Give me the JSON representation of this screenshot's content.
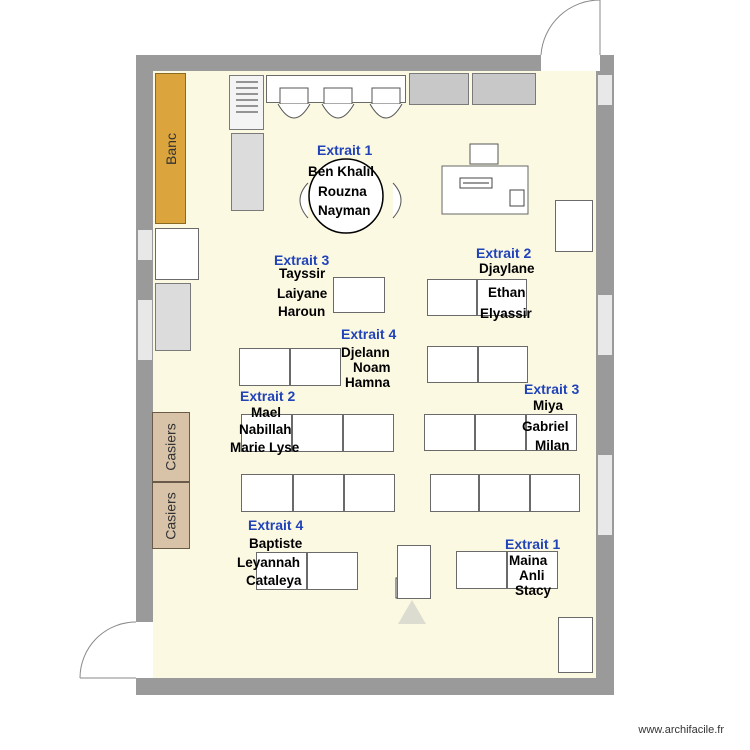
{
  "plan": {
    "bench_label": "Banc",
    "lockers": [
      "Casiers",
      "Casiers"
    ],
    "watermark": "www.archifacile.fr"
  },
  "groups": [
    {
      "label": "Extrait 1",
      "students": [
        "Ben Khalil",
        "Rouzna",
        "Nayman"
      ]
    },
    {
      "label": "Extrait 3",
      "students": [
        "Tayssir",
        "Laiyane",
        "Haroun"
      ]
    },
    {
      "label": "Extrait 2",
      "students": [
        "Djaylane",
        "Ethan",
        "Elyassir"
      ]
    },
    {
      "label": "Extrait 4",
      "students": [
        "Djelann",
        "Noam",
        "Hamna"
      ]
    },
    {
      "label": "Extrait 2",
      "students": [
        "Mael",
        "Nabillah",
        "Marie Lyse"
      ]
    },
    {
      "label": "Extrait 3",
      "students": [
        "Miya",
        "Gabriel",
        "Milan"
      ]
    },
    {
      "label": "Extrait 4",
      "students": [
        "Baptiste",
        "Leyannah",
        "Cataleya"
      ]
    },
    {
      "label": "Extrait 1",
      "students": [
        "Maina",
        "Anli",
        "Stacy"
      ]
    }
  ],
  "colors": {
    "group_label": "#2143b8",
    "floor": "#fcf9e3",
    "wall": "#9a9a9a",
    "bench": "#dba43c",
    "locker": "#d8c3a9"
  }
}
